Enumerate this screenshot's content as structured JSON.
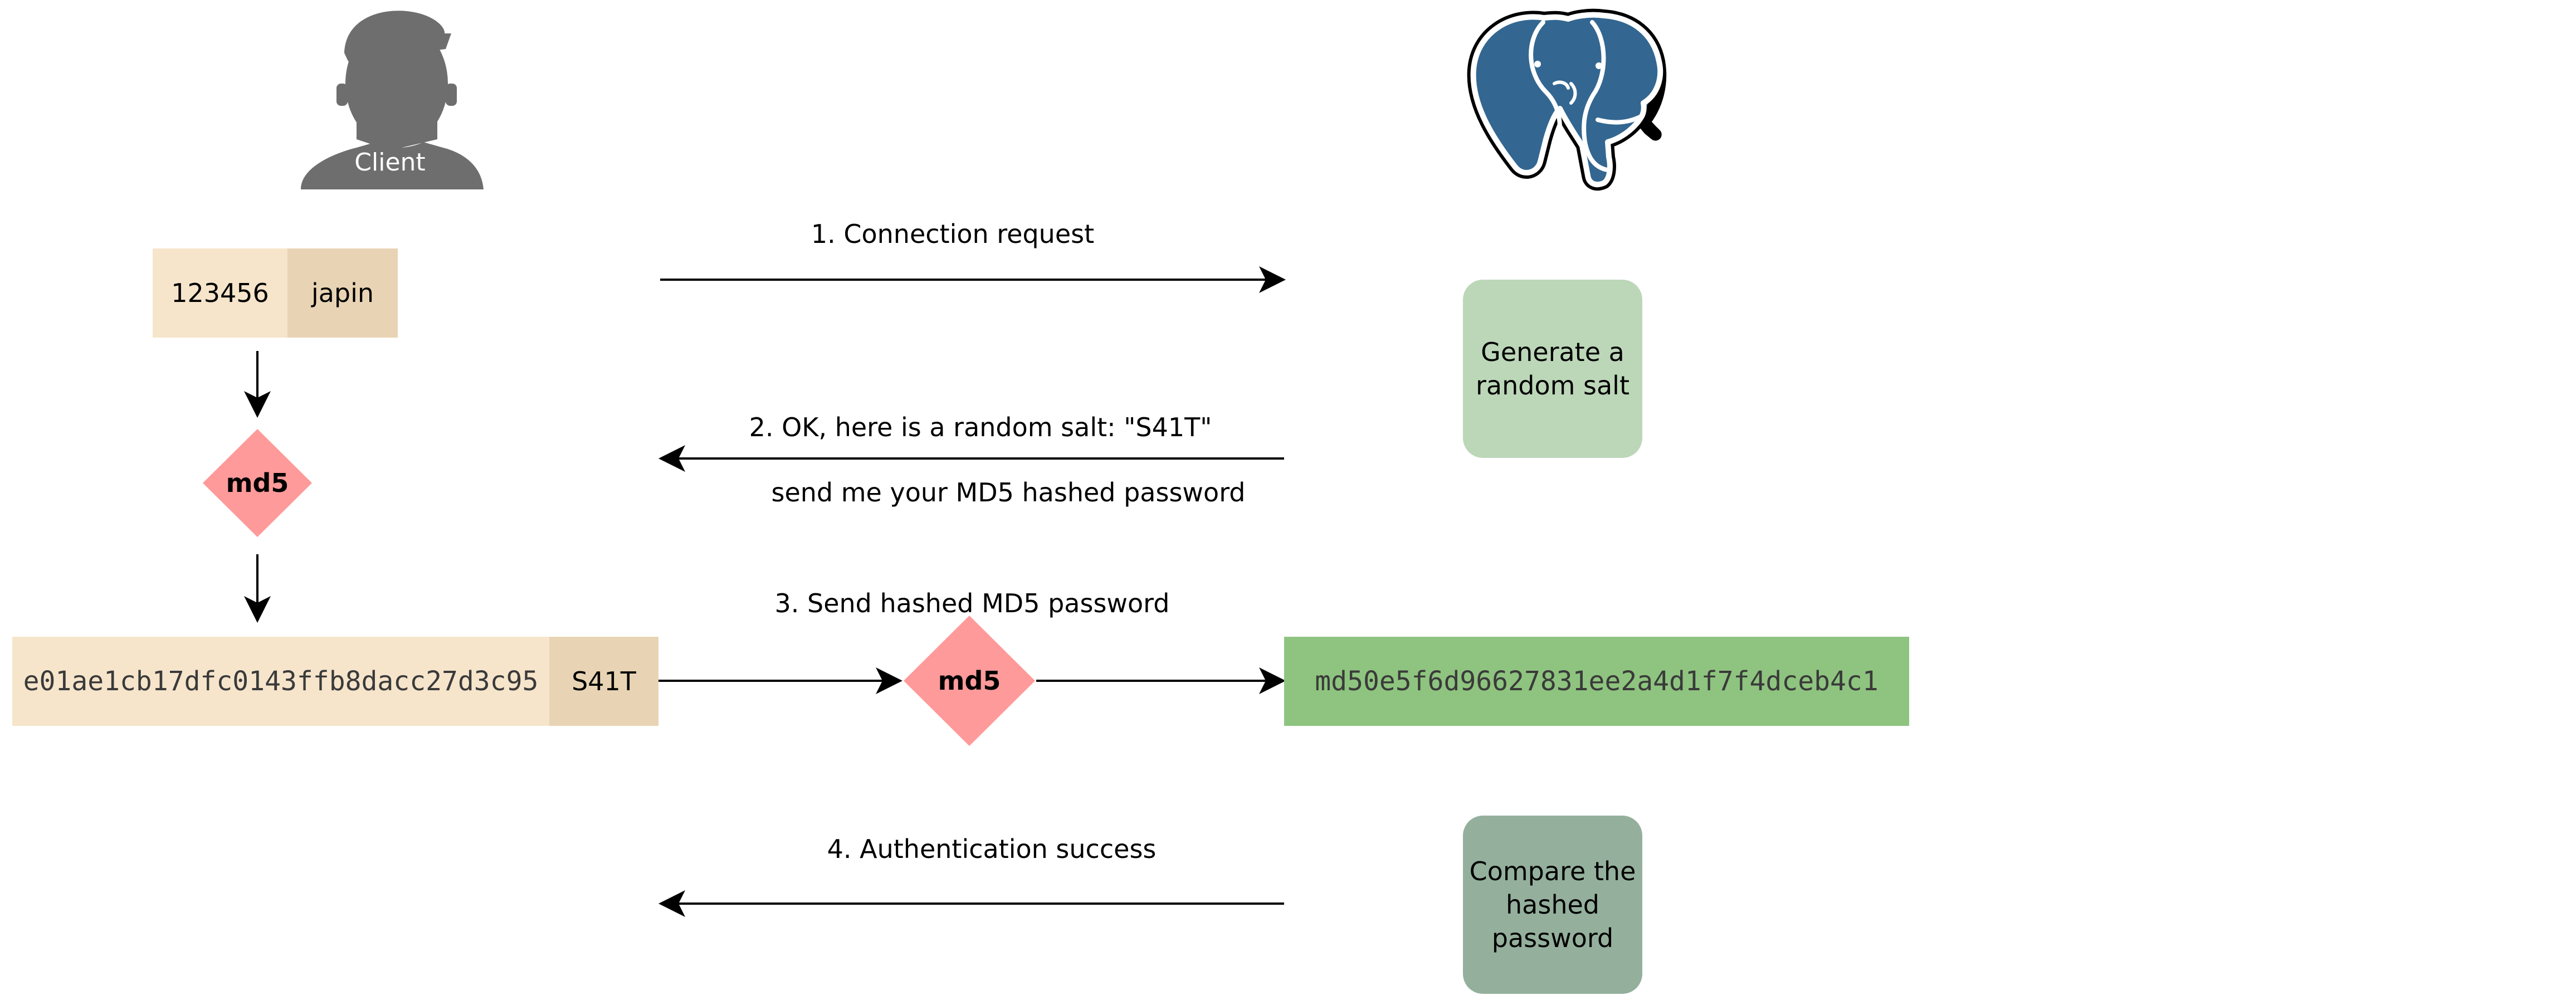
{
  "actors": {
    "client_label": "Client"
  },
  "client": {
    "password": "123456",
    "username": "japin",
    "hash_op_1": "md5",
    "md5_hash": "e01ae1cb17dfc0143ffb8dacc27d3c95",
    "salt": "S41T",
    "hash_op_2": "md5"
  },
  "server": {
    "generate_salt": "Generate a random salt",
    "stored_hash": "md50e5f6d96627831ee2a4d1f7f4dceb4c1",
    "compare": "Compare the hashed password"
  },
  "messages": {
    "step1": "1. Connection request",
    "step2_line1": "2. OK, here is a random salt: \"S41T\"",
    "step2_line2": "send me your MD5 hashed password",
    "step3": "3. Send hashed MD5 password",
    "step4": "4. Authentication success"
  },
  "colors": {
    "cream": "#f6e5cb",
    "tan": "#e8d4b4",
    "diamond": "#ff9a9a",
    "server_light_green": "#bcd7b8",
    "server_dark_green": "#94b09d",
    "hash_green": "#8ec47f",
    "client_icon": "#6e6e6e",
    "postgres_blue": "#336791"
  }
}
